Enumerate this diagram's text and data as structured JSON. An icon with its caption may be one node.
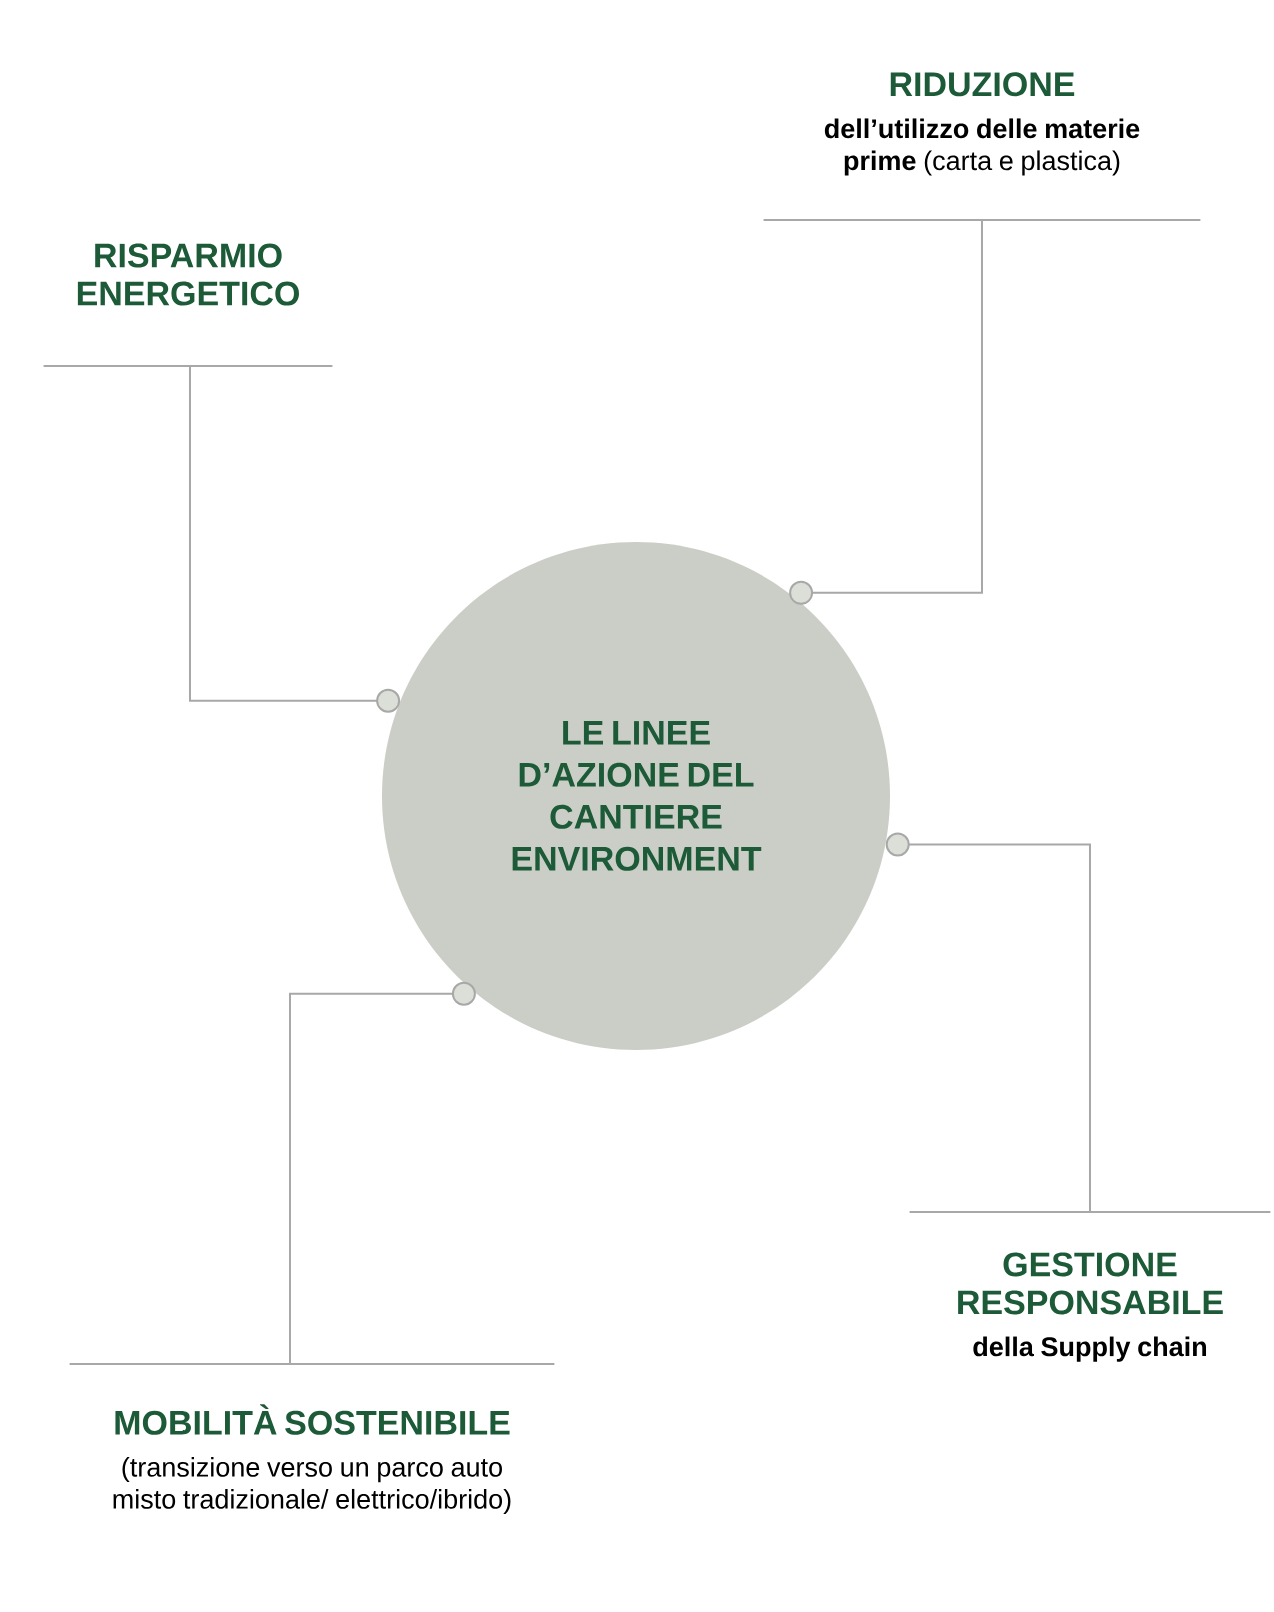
{
  "diagram": {
    "nodes": [
      {
        "text": [
          "LE LINEE D’AZIONE DEL CANTIERE ENVIRONMENT"
        ]
      },
      {
        "text": [
          "RISPARMIO ENERGETICO"
        ]
      },
      {
        "text": [
          "RIDUZIONE",
          "**dell’utilizzo delle materie prime** (carta e plastica)"
        ]
      },
      {
        "text": [
          "GESTIONE RESPONSABILE",
          "della Supply chain"
        ]
      },
      {
        "text": [
          "MOBILITÀ SOSTENIBILE",
          "(transizione verso un parco auto misto tradizionale/ elettrico/ibrido)"
        ]
      }
    ],
    "edges": [
      {
        "from": 0,
        "to": 1,
        "arrow": "other"
      },
      {
        "from": 0,
        "to": 2,
        "arrow": "other"
      },
      {
        "from": 0,
        "to": 3,
        "arrow": "other"
      },
      {
        "from": 0,
        "to": 4,
        "arrow": "other"
      }
    ]
  }
}
